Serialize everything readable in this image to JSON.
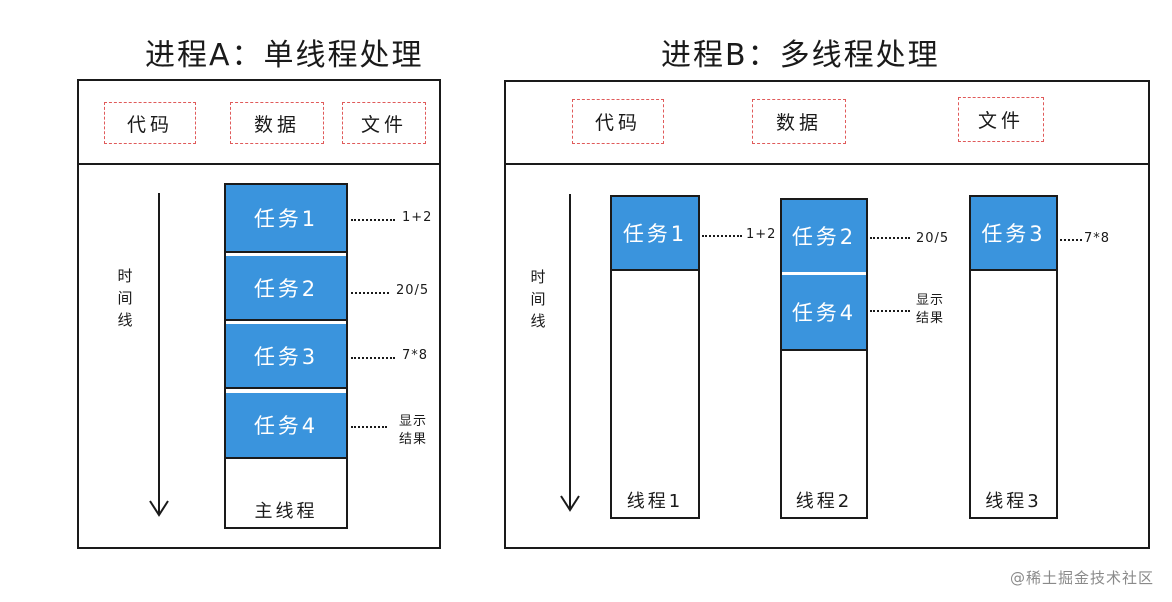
{
  "processA": {
    "title": "进程A：单线程处理",
    "resources": [
      "代码",
      "数据",
      "文件"
    ],
    "timeline_label": [
      "时",
      "间",
      "线"
    ],
    "thread_label": "主线程",
    "tasks": [
      {
        "label": "任务1",
        "note": "1+2"
      },
      {
        "label": "任务2",
        "note": "20/5"
      },
      {
        "label": "任务3",
        "note": "7*8"
      },
      {
        "label": "任务4",
        "note": "显示\n结果"
      }
    ]
  },
  "processB": {
    "title": "进程B：多线程处理",
    "resources": [
      "代码",
      "数据",
      "文件"
    ],
    "timeline_label": [
      "时",
      "间",
      "线"
    ],
    "threads": [
      {
        "label": "线程1",
        "tasks": [
          {
            "label": "任务1",
            "note": "1+2"
          }
        ]
      },
      {
        "label": "线程2",
        "tasks": [
          {
            "label": "任务2",
            "note": "20/5"
          },
          {
            "label": "任务4",
            "note": "显示\n结果"
          }
        ]
      },
      {
        "label": "线程3",
        "tasks": [
          {
            "label": "任务3",
            "note": "7*8"
          }
        ]
      }
    ]
  },
  "watermark": "@稀土掘金技术社区",
  "colors": {
    "task_fill": "#3a94dd",
    "resource_border": "#e05a5a",
    "line": "#1a1a1a"
  }
}
